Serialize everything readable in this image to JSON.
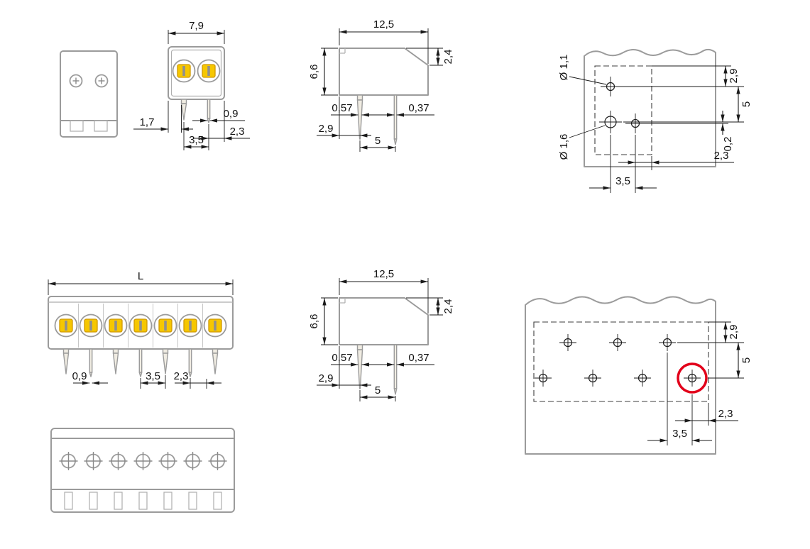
{
  "dims": {
    "top_2pole": {
      "width": "7,9",
      "pin_inset": "1,7",
      "pin_width": "0,9",
      "edge": "2,3",
      "pitch": "3,5"
    },
    "profile": {
      "depth": "12,5",
      "height": "6,6",
      "upper_height": "2,4",
      "front_pin_width": "0,57",
      "back_pin_width": "0,37",
      "front_offset": "2,9",
      "row_pitch": "5"
    },
    "pcb_2pole": {
      "hole_small_dia": "Ø 1,1",
      "hole_large_dia": "Ø 1,6",
      "top_offset": "2,9",
      "row_pitch": "5",
      "row_stagger": "0,2",
      "edge": "2,3",
      "pitch": "3,5"
    },
    "front_multi": {
      "length": "L",
      "pin_width": "0,9",
      "pitch": "3,5",
      "edge": "2,3"
    },
    "pcb_multi": {
      "top_offset": "2,9",
      "row_pitch": "5",
      "edge": "2,3",
      "pitch": "3,5"
    }
  },
  "colors": {
    "dimension_line": "#1a1a1a",
    "body_outline": "#9b9b9b",
    "pushbutton_yellow": "#f6c700",
    "highlight_red": "#e2001a"
  }
}
